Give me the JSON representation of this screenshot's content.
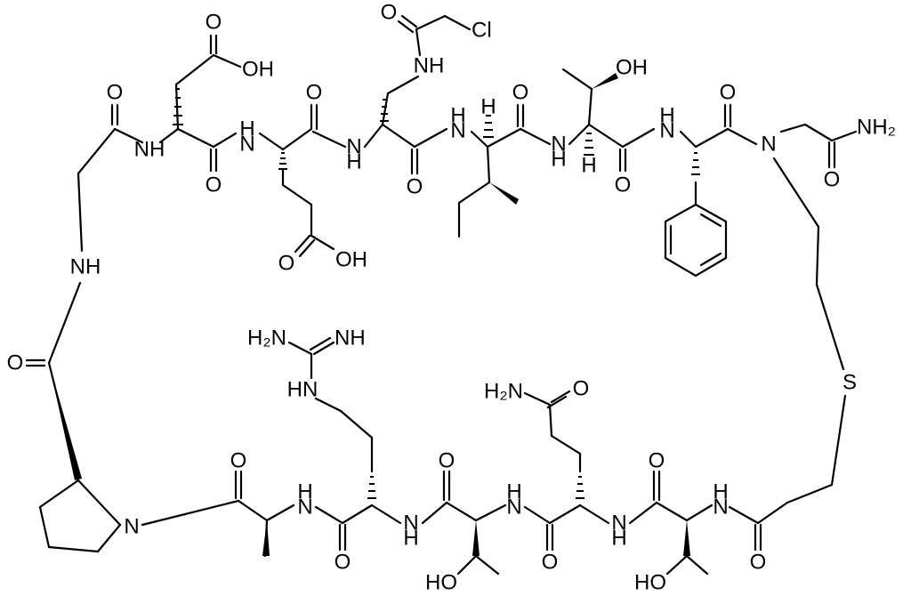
{
  "atoms": {
    "cl": "Cl",
    "o": "O",
    "oh": "OH",
    "ho": "HO",
    "nh": "NH",
    "hn": "HN",
    "n": "N",
    "h": "H",
    "s": "S",
    "nh2": "NH₂",
    "h2n": "H₂N"
  },
  "colors": {
    "ink": "#000000",
    "background": "#ffffff"
  }
}
